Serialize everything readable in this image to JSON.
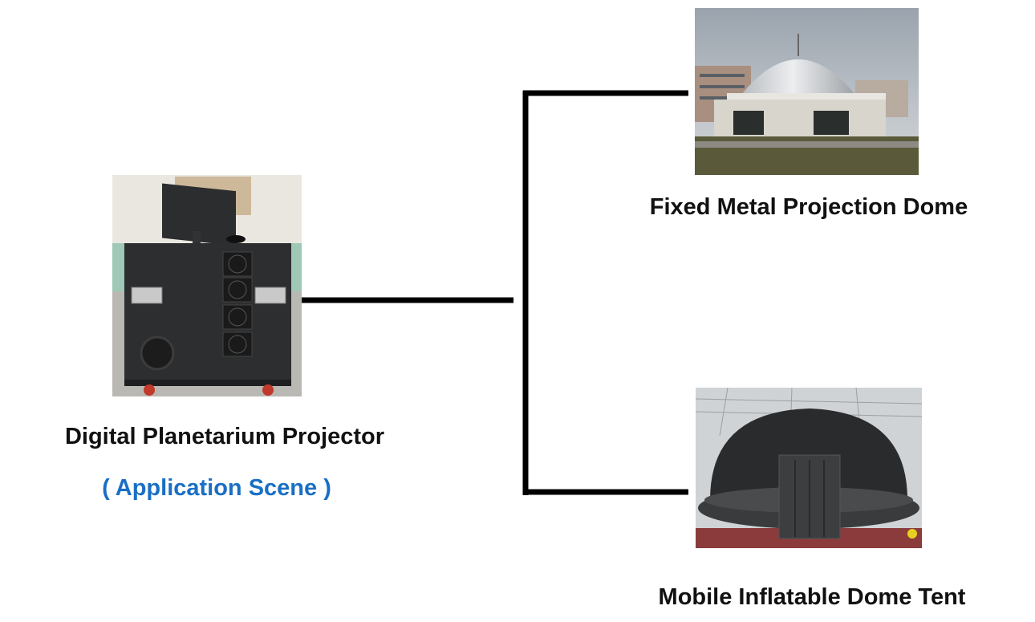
{
  "main": {
    "projector_label": "Digital Planetarium Projector",
    "scene_label": "( Application Scene )",
    "metal_dome_label": "Fixed Metal Projection Dome",
    "inflatable_dome_label": "Mobile Inflatable Dome Tent"
  },
  "colors": {
    "accent_blue": "#1a6fc4",
    "connector": "#000000"
  }
}
